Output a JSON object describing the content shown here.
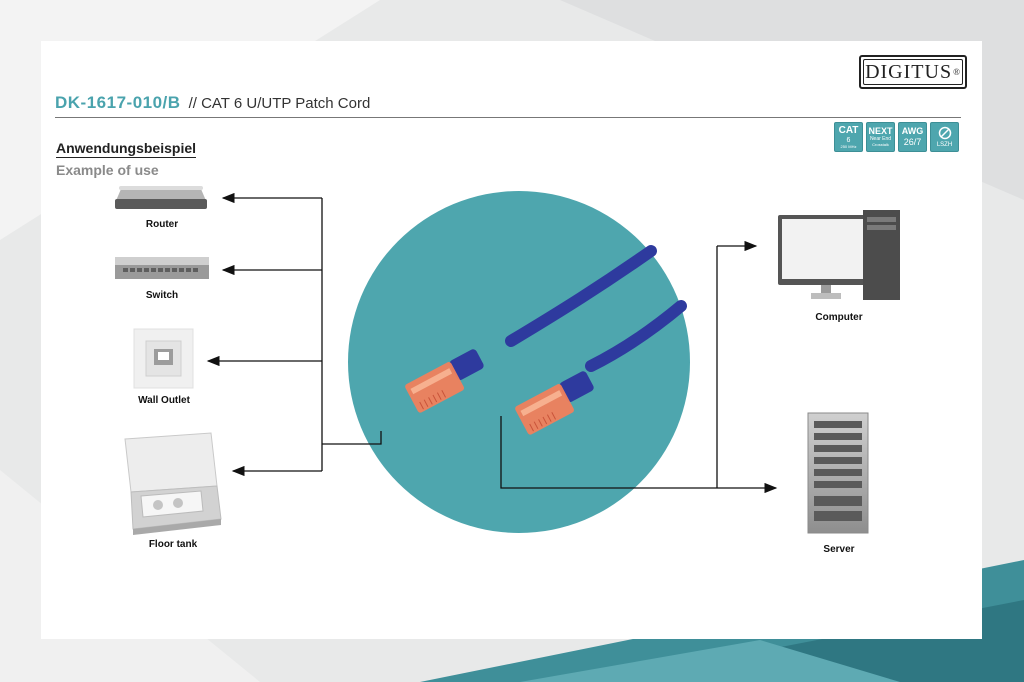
{
  "header": {
    "product_code": "DK-1617-010/B",
    "product_title": "// CAT 6 U/UTP Patch Cord",
    "brand": "DIGITUS",
    "brand_mark": "®"
  },
  "badges": [
    {
      "top": "CAT",
      "sub": "6",
      "small": "250 MHz"
    },
    {
      "top": "NEXT",
      "sub": "Near End",
      "small": "Crosstalk"
    },
    {
      "top": "AWG",
      "sub": "26/7",
      "small": ""
    },
    {
      "top": "",
      "sub": "LSZH",
      "small": ""
    }
  ],
  "section": {
    "title": "Anwendungsbeispiel",
    "subtitle": "Example of use"
  },
  "devices": {
    "router": "Router",
    "switch": "Switch",
    "wall_outlet": "Wall Outlet",
    "floor_tank": "Floor tank",
    "computer": "Computer",
    "server": "Server"
  },
  "colors": {
    "accent": "#4aa3ad",
    "circle": "#4ea6ae",
    "cable": "#2e3a9e",
    "connector": "#f0805c"
  }
}
